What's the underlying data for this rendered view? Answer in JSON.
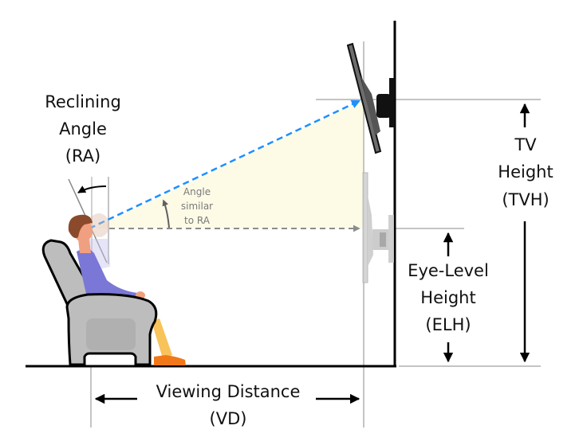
{
  "labels": {
    "reclining_angle": [
      "Reclining",
      "Angle",
      "(RA)"
    ],
    "angle_note": [
      "Angle",
      "similar",
      "to RA"
    ],
    "tv_height": [
      "TV",
      "Height",
      "(TVH)"
    ],
    "eye_level_height": [
      "Eye-Level",
      "Height",
      "(ELH)"
    ],
    "viewing_distance": [
      "Viewing Distance",
      "(VD)"
    ]
  },
  "colors": {
    "sight_line_tv": "#1e90ff",
    "sight_line_eye": "#8c8c8c",
    "view_cone_fill": "#fdfbe6",
    "guide_line": "#c0c0c0",
    "wall_floor": "#000000",
    "chair": "#bdbdbd",
    "shirt": "#7b77d6",
    "skin": "#f0a080",
    "hair": "#8b4a2b",
    "pants": "#f7c35a",
    "shoes": "#f07818",
    "tv_active": "#6e6e6e",
    "tv_ghost": "#cfcfcf"
  }
}
